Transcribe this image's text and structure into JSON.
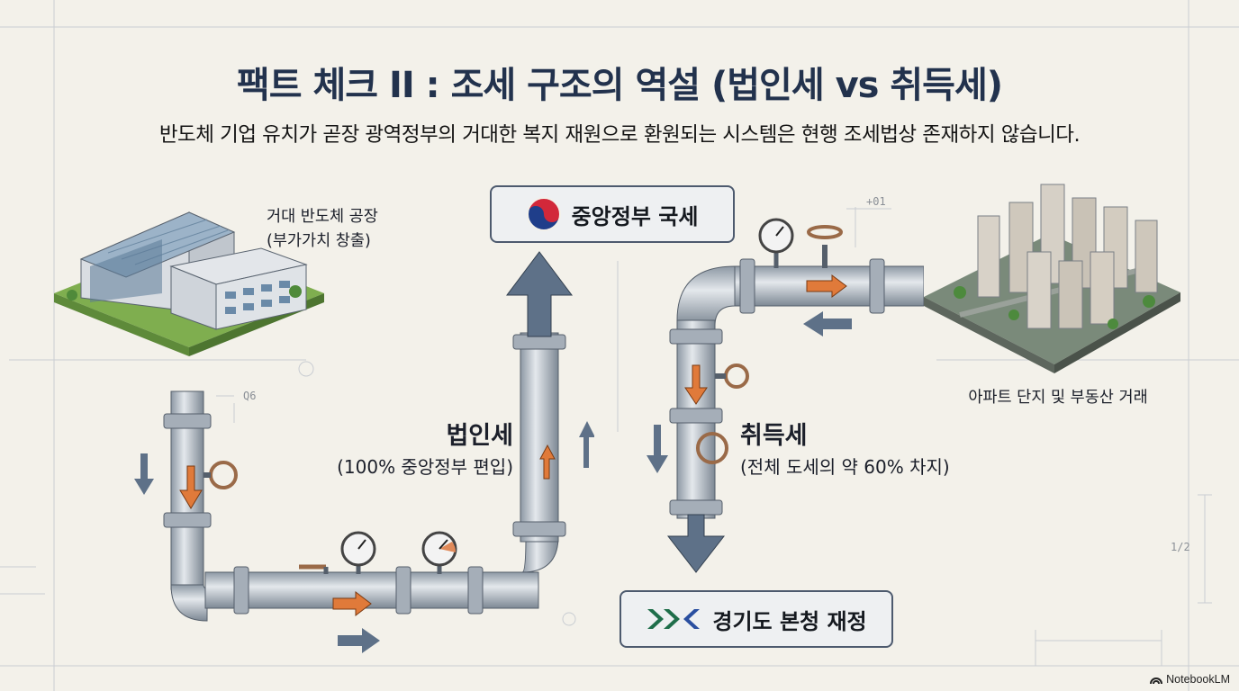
{
  "title": "팩트 체크 II : 조세 구조의 역설 (법인세 vs 취득세)",
  "subtitle": "반도체 기업 유치가 곧장 광역정부의 거대한 복지 재원으로 환원되는 시스템은 현행 조세법상 존재하지 않습니다.",
  "factory": {
    "line1": "거대 반도체 공장",
    "line2": "(부가가치 창출)"
  },
  "apartments": {
    "label": "아파트 단지 및 부동산 거래"
  },
  "corporate_tax": {
    "name": "법인세",
    "detail": "(100% 중앙정부 편입)"
  },
  "acquisition_tax": {
    "name": "취득세",
    "detail": "(전체 도세의 약 60% 차지)"
  },
  "central_box": {
    "label": "중앙정부 국세"
  },
  "gyeonggi_box": {
    "label": "경기도 본청 재정"
  },
  "sketch_marks": {
    "dim1": "Q6",
    "dim2": "+01",
    "dim3": "1/2"
  },
  "watermark": "NotebookLM",
  "colors": {
    "title": "#22324d",
    "arrow": "#5e7188",
    "orange": "#e07a3a",
    "pipe": "#b9c2cb"
  }
}
